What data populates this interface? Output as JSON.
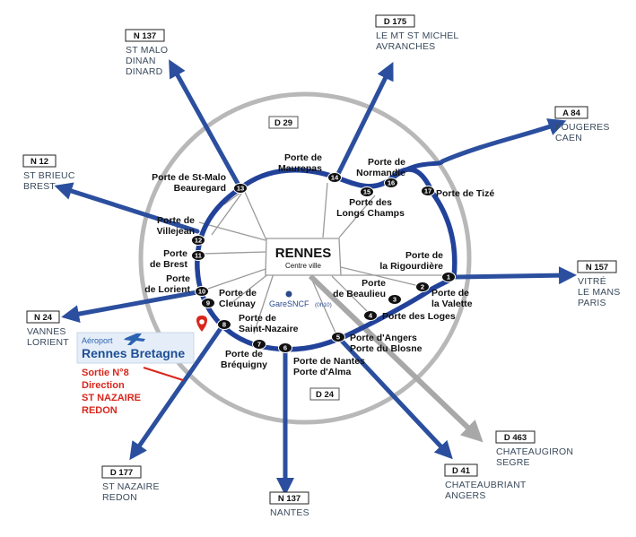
{
  "city": {
    "name": "RENNES",
    "subtitle": "Centre ville"
  },
  "station": {
    "name": "GareSNCF",
    "time": "(0h10)"
  },
  "airport": {
    "label_small": "Aéroport",
    "label_big": "Rennes Bretagne"
  },
  "note_lines": [
    "Sortie N°8",
    "Direction",
    "ST NAZAIRE",
    "REDON"
  ],
  "ring_roads": {
    "north": "D 29",
    "south": "D 24"
  },
  "highways": [
    {
      "code": "N 137",
      "destinations": [
        "ST MALO",
        "DINAN",
        "DINARD"
      ]
    },
    {
      "code": "D 175",
      "destinations": [
        "LE MT ST MICHEL",
        "AVRANCHES"
      ]
    },
    {
      "code": "A 84",
      "destinations": [
        "FOUGERES",
        "CAEN"
      ]
    },
    {
      "code": "N 12",
      "destinations": [
        "ST BRIEUC",
        "BREST"
      ]
    },
    {
      "code": "N 157",
      "destinations": [
        "VITRÉ",
        "LE MANS",
        "PARIS"
      ]
    },
    {
      "code": "N 24",
      "destinations": [
        "VANNES",
        "LORIENT"
      ]
    },
    {
      "code": "D 463",
      "destinations": [
        "CHATEAUGIRON",
        "SEGRE"
      ]
    },
    {
      "code": "D 41",
      "destinations": [
        "CHATEAUBRIANT",
        "ANGERS"
      ]
    },
    {
      "code": "D 177",
      "destinations": [
        "ST NAZAIRE",
        "REDON"
      ]
    },
    {
      "code": "N 137",
      "destinations": [
        "NANTES"
      ]
    }
  ],
  "exits": [
    {
      "number": "1",
      "name": [
        "Porte de",
        "la Rigourdière"
      ]
    },
    {
      "number": "2",
      "name": [
        "Porte de",
        "la Valette"
      ]
    },
    {
      "number": "3",
      "name": [
        "Porte",
        "de Beaulieu"
      ]
    },
    {
      "number": "4",
      "name": [
        "Porte des Loges"
      ]
    },
    {
      "number": "5",
      "name": [
        "Porte d'Angers",
        "Porte du Blosne"
      ]
    },
    {
      "number": "6",
      "name": [
        "Porte de Nantes",
        "Porte d'Alma"
      ]
    },
    {
      "number": "7",
      "name": [
        "Porte de",
        "Bréquigny"
      ]
    },
    {
      "number": "8",
      "name": [
        "Porte de",
        "Saint-Nazaire"
      ]
    },
    {
      "number": "9",
      "name": [
        "Porte de",
        "Cleunay"
      ]
    },
    {
      "number": "10",
      "name": [
        "Porte",
        "de Lorient"
      ]
    },
    {
      "number": "11",
      "name": [
        "Porte",
        "de Brest"
      ]
    },
    {
      "number": "12",
      "name": [
        "Porte de",
        "Villejean"
      ]
    },
    {
      "number": "13",
      "name": [
        "Porte de St-Malo",
        "Beauregard"
      ]
    },
    {
      "number": "14",
      "name": [
        "Porte de",
        "Maurepas"
      ]
    },
    {
      "number": "15",
      "name": [
        "Porte des",
        "Longs Champs"
      ]
    },
    {
      "number": "16",
      "name": [
        "Porte de",
        "Normandie"
      ]
    },
    {
      "number": "17",
      "name": [
        "Porte de Tizé"
      ]
    }
  ],
  "colors": {
    "ring": "#22429a",
    "outer_ring": "#b3b3b3",
    "arrow": "#2b4f9e",
    "note": "#d9261c",
    "pin": "#d9261c"
  }
}
